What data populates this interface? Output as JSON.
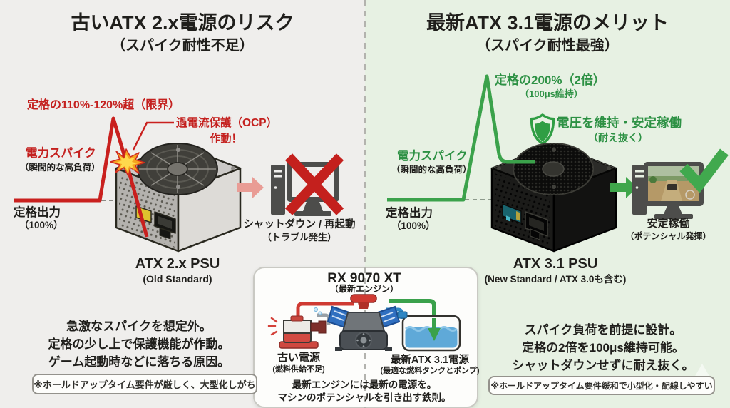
{
  "left_panel": {
    "title": "古いATX 2.x電源のリスク",
    "subtitle": "（スパイク耐性不足）",
    "graph": {
      "limit_label": "定格の110%-120%超（限界）",
      "ocp_label": "過電流保護（OCP）",
      "ocp_label2": "作動！",
      "spike_label": "電力スパイク",
      "spike_sublabel": "（瞬間的な高負荷）",
      "rated_label": "定格出力",
      "rated_sublabel": "（100%）"
    },
    "psu_name": "ATX 2.x PSU",
    "psu_standard": "(Old Standard)",
    "outcome_label": "シャットダウン / 再起動",
    "outcome_sublabel": "（トラブル発生）",
    "desc": [
      "急激なスパイクを想定外。",
      "定格の少し上で保護機能が作動。",
      "ゲーム起動時などに落ちる原因。"
    ],
    "note": "※ホールドアップタイム要件が厳しく、大型化しがち"
  },
  "right_panel": {
    "title": "最新ATX 3.1電源のメリット",
    "subtitle": "（スパイク耐性最強）",
    "graph": {
      "peak_label": "定格の200%（2倍）",
      "peak_sublabel": "（100μs維持）",
      "shield_label": "電圧を維持・安定稼働",
      "shield_sublabel": "（耐え抜く）",
      "spike_label": "電力スパイク",
      "spike_sublabel": "（瞬間的な高負荷）",
      "rated_label": "定格出力",
      "rated_sublabel": "（100%）"
    },
    "psu_name": "ATX 3.1 PSU",
    "psu_standard": "(New Standard / ATX 3.0も含む)",
    "outcome_label": "安定稼働",
    "outcome_sublabel": "（ポテンシャル発揮）",
    "desc": [
      "スパイク負荷を前提に設計。",
      "定格の2倍を100μs維持可能。",
      "シャットダウンせずに耐え抜く。"
    ],
    "note": "※ホールドアップタイム要件緩和で小型化・配線しやすい"
  },
  "center_card": {
    "title": "RX 9070 XT",
    "subtitle": "（最新エンジン）",
    "old_psu_label": "古い電源",
    "old_psu_sublabel": "(燃料供給不足)",
    "new_psu_label": "最新ATX 3.1電源",
    "new_psu_sublabel": "(最適な燃料タンクとポンプ)",
    "caption": [
      "最新エンジンには最新の電源を。",
      "マシンのポテンシャルを引き出す鉄則。"
    ]
  },
  "colors": {
    "risk_red": "#c4201e",
    "merit_green": "#2f9e44",
    "left_bg": "#efeeec",
    "right_bg": "#e7f1e3"
  },
  "icons": {
    "explosion": "explosion-burst-icon",
    "shield": "shield-icon",
    "fail": "red-x-icon",
    "success": "green-check-icon"
  }
}
